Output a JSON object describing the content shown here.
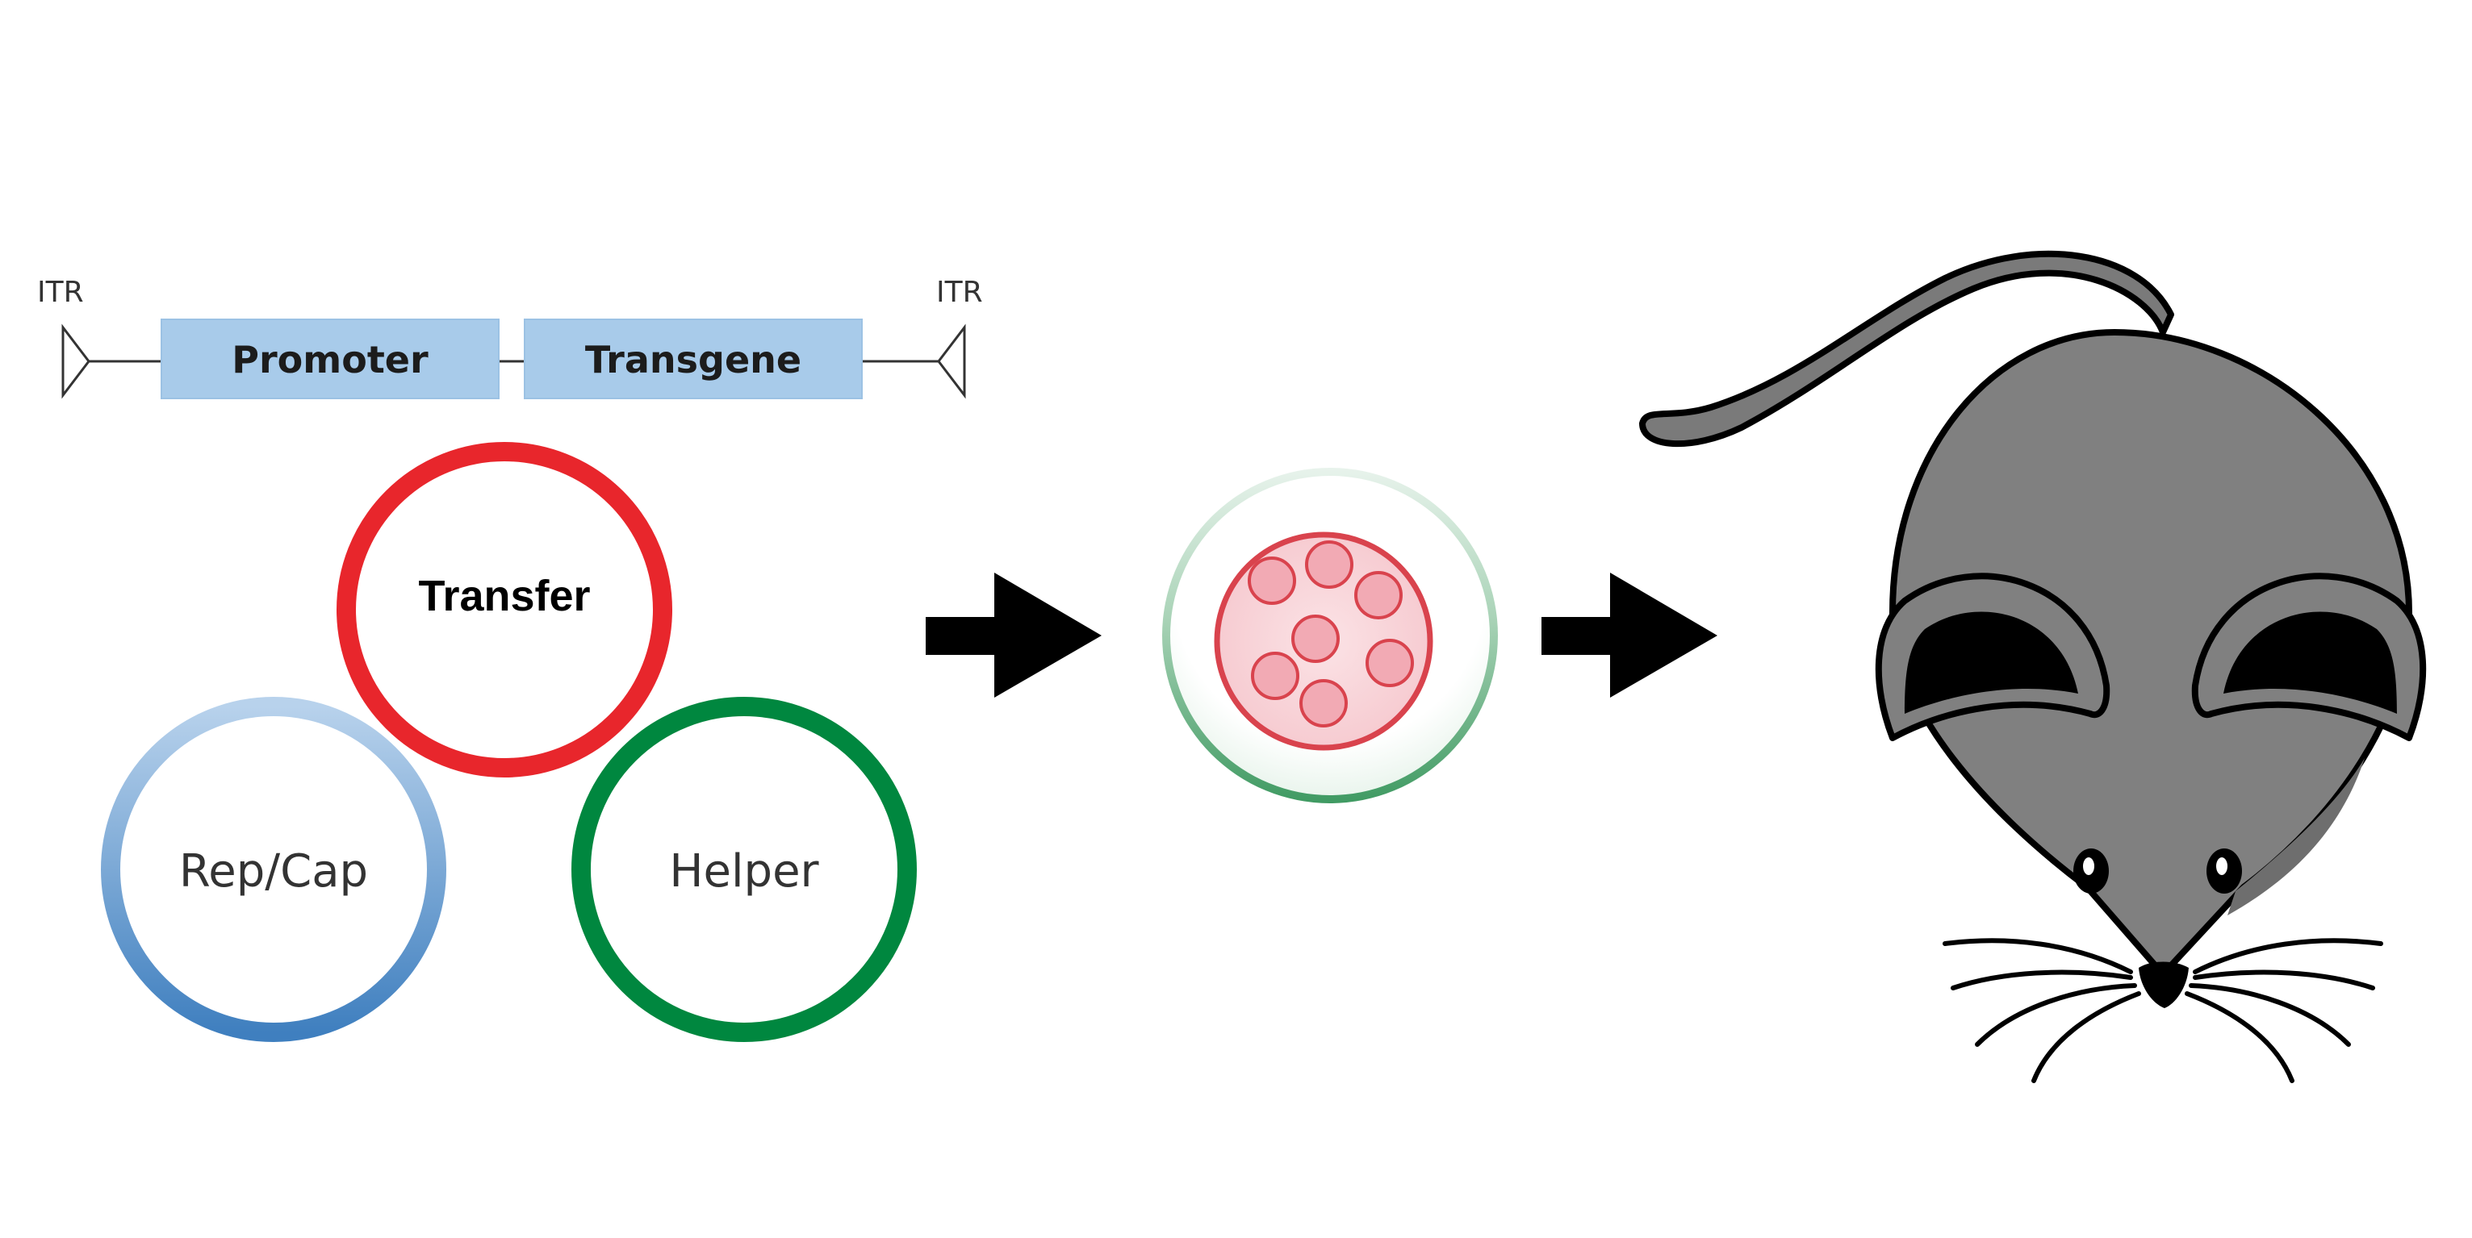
{
  "construct": {
    "itr_left": "ITR",
    "itr_right": "ITR",
    "promoter": "Promoter",
    "transgene": "Transgene",
    "box_color": "#a8cbea"
  },
  "plasmids": {
    "transfer": {
      "label": "Transfer",
      "color": "#e8262c"
    },
    "repcap": {
      "label": "Rep/Cap",
      "color": "#6a9dd0"
    },
    "helper": {
      "label": "Helper",
      "color": "#00873f"
    }
  },
  "cell": {
    "ring_color": "#6fae8a",
    "nucleus_color": "#d9434d"
  },
  "mouse": {
    "body_color": "#808080",
    "ear_color": "#000000"
  }
}
